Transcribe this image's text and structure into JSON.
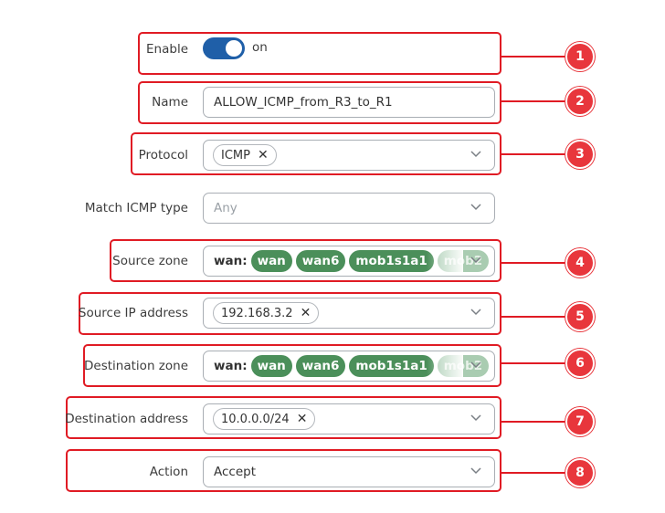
{
  "form": {
    "enable": {
      "label": "Enable",
      "state": "on"
    },
    "name": {
      "label": "Name",
      "value": "ALLOW_ICMP_from_R3_to_R1"
    },
    "protocol": {
      "label": "Protocol",
      "chips": [
        "ICMP"
      ]
    },
    "match_icmp_type": {
      "label": "Match ICMP type",
      "placeholder": "Any"
    },
    "source_zone": {
      "label": "Source zone",
      "prefix": "wan:",
      "zones": [
        "wan",
        "wan6",
        "mob1s1a1",
        "mob2"
      ]
    },
    "source_ip": {
      "label": "Source IP address",
      "chips": [
        "192.168.3.2"
      ]
    },
    "destination_zone": {
      "label": "Destination zone",
      "prefix": "wan:",
      "zones": [
        "wan",
        "wan6",
        "mob1s1a1",
        "mob2"
      ]
    },
    "destination_address": {
      "label": "Destination address",
      "chips": [
        "10.0.0.0/24"
      ]
    },
    "action": {
      "label": "Action",
      "value": "Accept"
    }
  },
  "callouts": [
    "1",
    "2",
    "3",
    "4",
    "5",
    "6",
    "7",
    "8"
  ],
  "colors": {
    "highlight": "#e01b24",
    "callout": "#e8363c",
    "toggle": "#1f5fa8",
    "zone_chip": "#4b8f5a"
  },
  "icons": {
    "remove": "close-icon",
    "dropdown": "chevron-down-icon"
  }
}
